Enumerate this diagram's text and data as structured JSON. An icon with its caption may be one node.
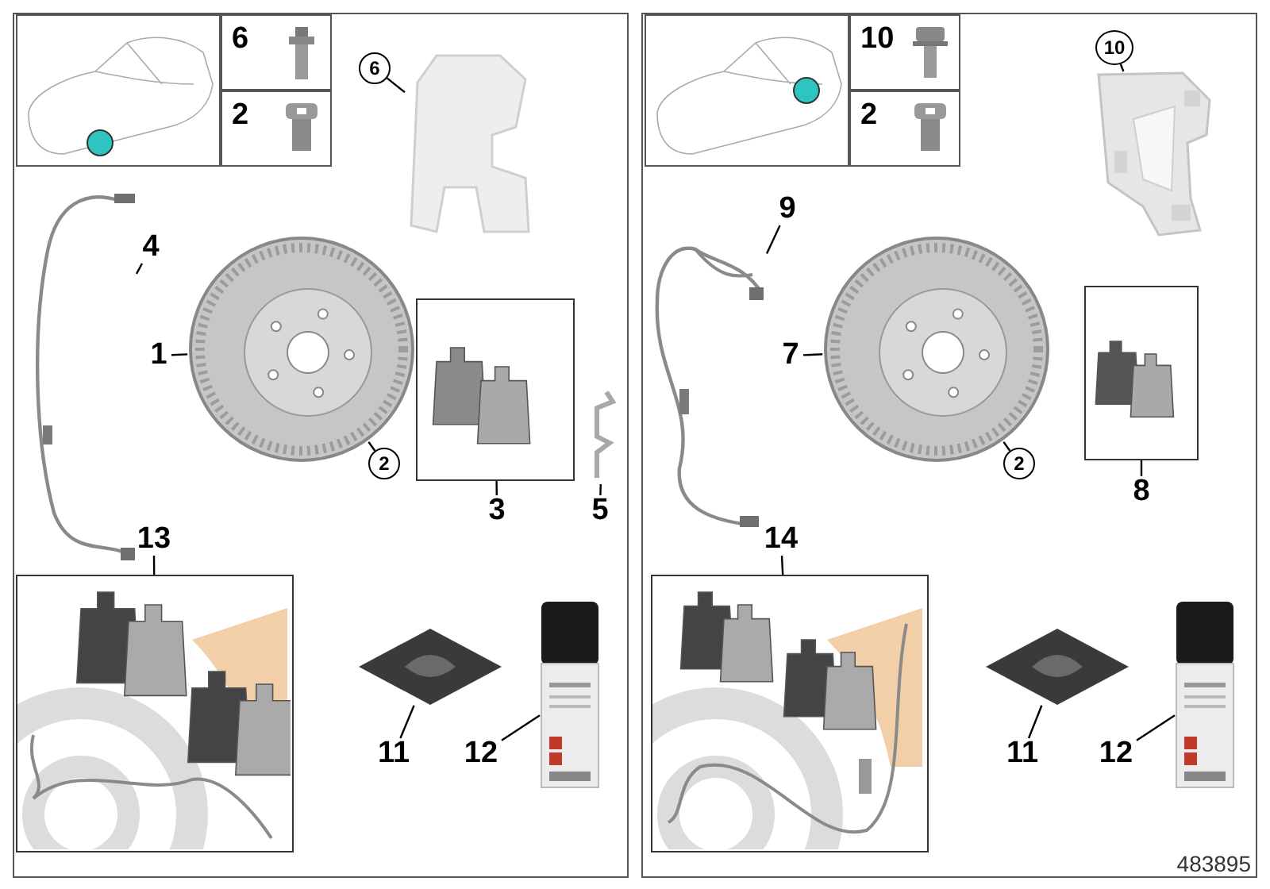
{
  "diagram": {
    "nodes": [
      {
        "text": [
          "6"
        ]
      },
      {
        "text": [
          "2"
        ]
      },
      {
        "text": [
          "6"
        ]
      },
      {
        "text": [],
        "shape": "picture"
      },
      {
        "text": [
          "4"
        ]
      },
      {
        "text": [],
        "shape": "picture"
      },
      {
        "text": [
          "1"
        ]
      },
      {
        "text": [],
        "shape": "picture"
      },
      {
        "text": [
          "2"
        ]
      },
      {
        "text": [],
        "shape": "box"
      },
      {
        "text": [
          "3"
        ]
      },
      {
        "text": [],
        "shape": "picture"
      },
      {
        "text": [
          "5"
        ]
      },
      {
        "text": [
          "13"
        ]
      },
      {
        "text": [],
        "shape": "box"
      },
      {
        "text": [],
        "shape": "picture"
      },
      {
        "text": [
          "11"
        ]
      },
      {
        "text": [],
        "shape": "picture"
      },
      {
        "text": [
          "12"
        ]
      },
      {
        "text": [
          "10"
        ]
      },
      {
        "text": [
          "2"
        ]
      },
      {
        "text": [
          "10"
        ]
      },
      {
        "text": [],
        "shape": "picture"
      },
      {
        "text": [
          "9"
        ]
      },
      {
        "text": [],
        "shape": "picture"
      },
      {
        "text": [
          "7"
        ]
      },
      {
        "text": [],
        "shape": "picture"
      },
      {
        "text": [
          "2"
        ]
      },
      {
        "text": [],
        "shape": "box"
      },
      {
        "text": [
          "8"
        ]
      },
      {
        "text": [
          "14"
        ]
      },
      {
        "text": [],
        "shape": "box"
      },
      {
        "text": [],
        "shape": "picture"
      },
      {
        "text": [
          "11"
        ]
      },
      {
        "text": [],
        "shape": "picture"
      },
      {
        "text": [
          "12"
        ]
      }
    ],
    "edges": [
      {
        "from": 2,
        "to": 3,
        "arrow": "none"
      },
      {
        "from": 4,
        "to": 5,
        "arrow": "none"
      },
      {
        "from": 6,
        "to": 7,
        "arrow": "none"
      },
      {
        "from": 8,
        "to": 7,
        "arrow": "none"
      },
      {
        "from": 10,
        "to": 9,
        "arrow": "none"
      },
      {
        "from": 12,
        "to": 11,
        "arrow": "none"
      },
      {
        "from": 13,
        "to": 14,
        "arrow": "none"
      },
      {
        "from": 16,
        "to": 15,
        "arrow": "none"
      },
      {
        "from": 18,
        "to": 17,
        "arrow": "none"
      },
      {
        "from": 21,
        "to": 22,
        "arrow": "none"
      },
      {
        "from": 23,
        "to": 24,
        "arrow": "none"
      },
      {
        "from": 25,
        "to": 26,
        "arrow": "none"
      },
      {
        "from": 27,
        "to": 26,
        "arrow": "none"
      },
      {
        "from": 29,
        "to": 28,
        "arrow": "none"
      },
      {
        "from": 30,
        "to": 31,
        "arrow": "none"
      },
      {
        "from": 33,
        "to": 32,
        "arrow": "none"
      },
      {
        "from": 35,
        "to": 34,
        "arrow": "none"
      }
    ],
    "labels": [
      "483895"
    ]
  }
}
